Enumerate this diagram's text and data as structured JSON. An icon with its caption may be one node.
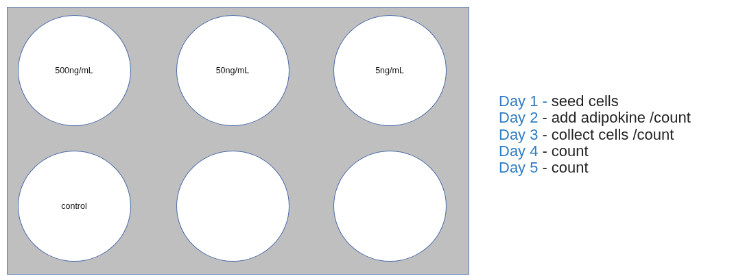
{
  "diagram": {
    "nodes": [
      {
        "text": [],
        "shape": "box"
      },
      {
        "text": [
          "500ng/mL"
        ],
        "in": 0
      },
      {
        "text": [
          "50ng/mL"
        ],
        "in": 0
      },
      {
        "text": [
          "5ng/mL"
        ],
        "in": 0
      },
      {
        "text": [
          "control"
        ],
        "in": 0
      },
      {
        "text": [],
        "shape": "circle",
        "in": 0
      },
      {
        "text": [],
        "shape": "circle",
        "in": 0
      }
    ],
    "edges": [],
    "labels": [
      "Day 1 -",
      "seed cells",
      "Day 2",
      "- add adipokine /count",
      "Day 3",
      "- collect cells /count",
      "Day 4",
      "- count",
      "Day 5",
      "- count"
    ]
  }
}
